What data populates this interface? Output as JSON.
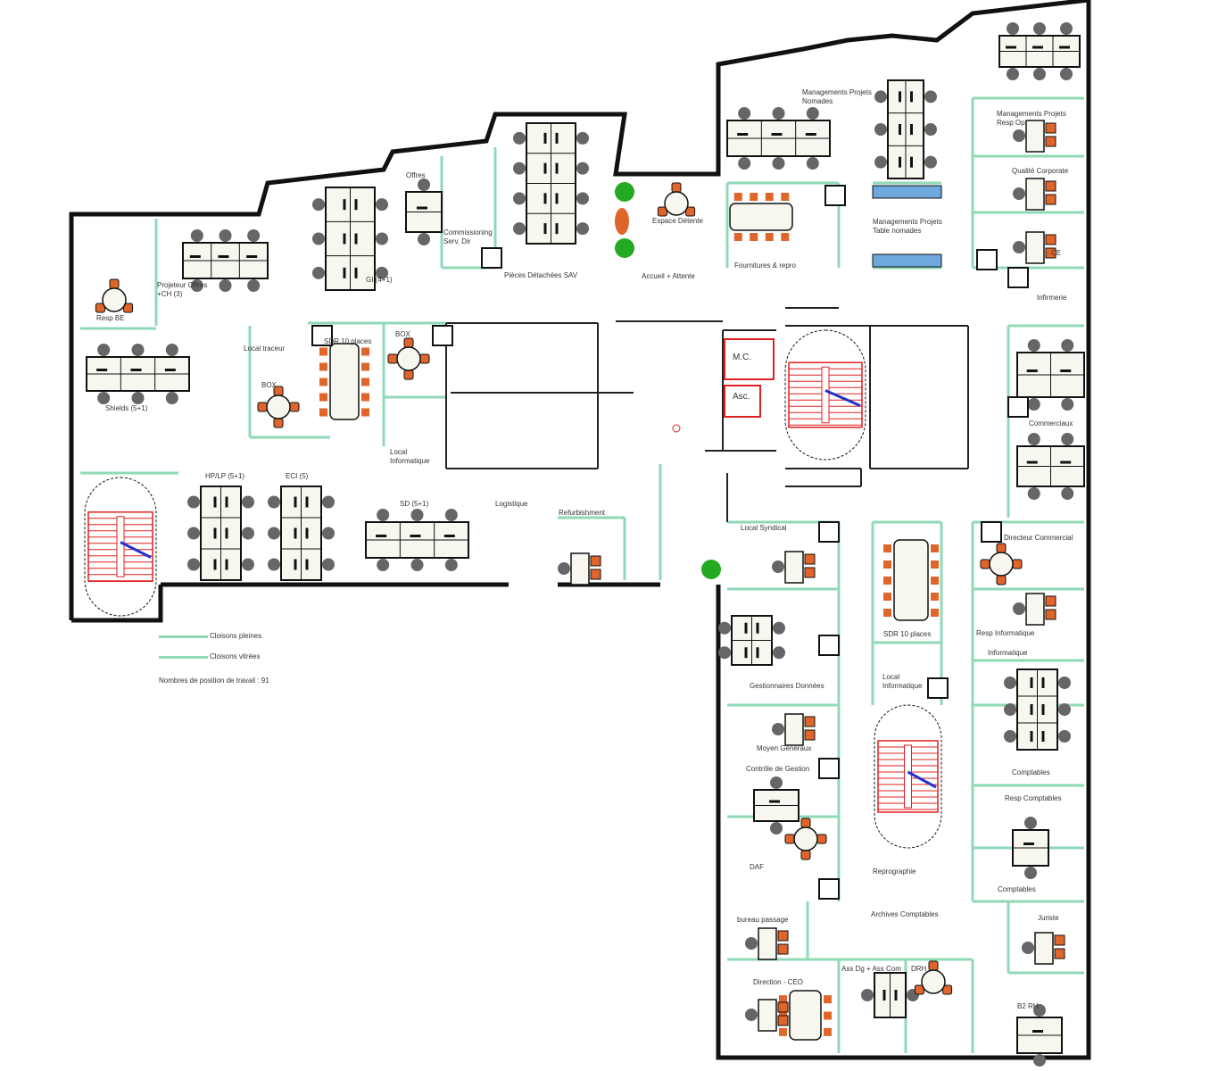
{
  "rooms": {
    "offres": "Offres",
    "commissioning": "Commissioning Serv. Dir",
    "pieces_sav": "Pièces Détachées SAV",
    "gi": "GI (4+1)",
    "projeteur": "Projeteur Offres +CH (3)",
    "resp_be": "Resp BE",
    "shields": "Shields (5+1)",
    "local_traceur": "Local traceur",
    "sdr_10_left": "SDR 10 places",
    "box1": "BOX",
    "box2": "BOX",
    "local_info_left": "Local Informatique",
    "hp_lp": "HP/LP (5+1)",
    "eci": "ECI (5)",
    "sd": "SD (5+1)",
    "logistique": "Logistique",
    "refurbishment": "Refurbishment",
    "espace_detente": "Espace Détente",
    "accueil": "Accueil + Attente",
    "mgmt_nomades": "Managements Projets Nomades",
    "mgmt_table_nomades": "Managements Projets Table nomades",
    "mgmt_resp_op": "Managements Projets Resp Op",
    "qualite": "Qualité Corporate",
    "ce": "CE",
    "fournitures": "Fournitures & repro",
    "infirmerie": "Infirmerie",
    "mc": "M.C.",
    "asc": "Asc.",
    "commerciaux": "Commerciaux",
    "local_syndical": "Local Syndical",
    "sdr_10_right": "SDR 10 places",
    "directeur_commercial": "Directeur Commercial",
    "resp_informatique": "Resp Informatique",
    "informatique": "Informatique",
    "gestionnaires": "Gestionnaires Données",
    "local_info_right": "Local Informatique",
    "moyen_generaux": "Moyen Généraux",
    "controle_gestion": "Contrôle de Gestion",
    "comptables1": "Comptables",
    "resp_comptables": "Resp Comptables",
    "daf": "DAF",
    "reprographie": "Reprographie",
    "comptables2": "Comptables",
    "archives": "Archives Comptables",
    "bureau_passage": "bureau passage",
    "juriste": "Juriste",
    "ass_dg": "Ass Dg + Ass Com",
    "drh": "DRH",
    "direction_ceo": "Direction - CEO",
    "b2_rh": "B2 RH"
  },
  "legend": {
    "cloisons_pleines": "Cloisons pleines",
    "cloisons_vitrees": "Cloisons vitrées",
    "positions": "Nombres de  position de travail : 91"
  },
  "colors": {
    "wall": "#111111",
    "partition": "#8fd9b6",
    "chair_orange": "#e0652a",
    "chair_gray": "#666666",
    "stair": "#e02020",
    "glass": "#6fa8dc"
  }
}
